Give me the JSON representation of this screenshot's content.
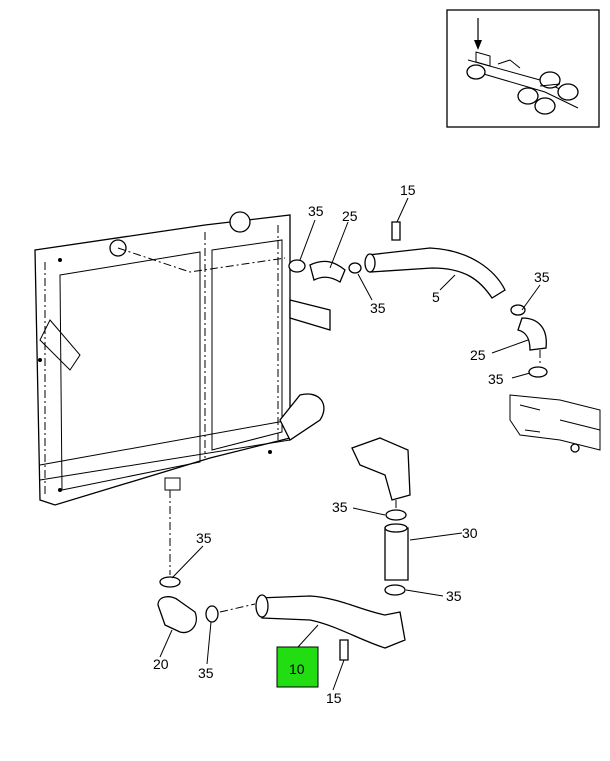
{
  "callouts": {
    "c15_top": "15",
    "c35_a": "35",
    "c25_a": "25",
    "c35_b": "35",
    "c5": "5",
    "c35_c": "35",
    "c25_b": "25",
    "c35_d": "35",
    "c35_e": "35",
    "c30": "30",
    "c35_f": "35",
    "c35_g": "35",
    "c20": "20",
    "c35_h": "35",
    "c10": "10",
    "c15_bottom": "15"
  },
  "colors": {
    "highlight": "#22dd11",
    "line": "#000000",
    "background": "#ffffff"
  },
  "highlighted_part": "10"
}
